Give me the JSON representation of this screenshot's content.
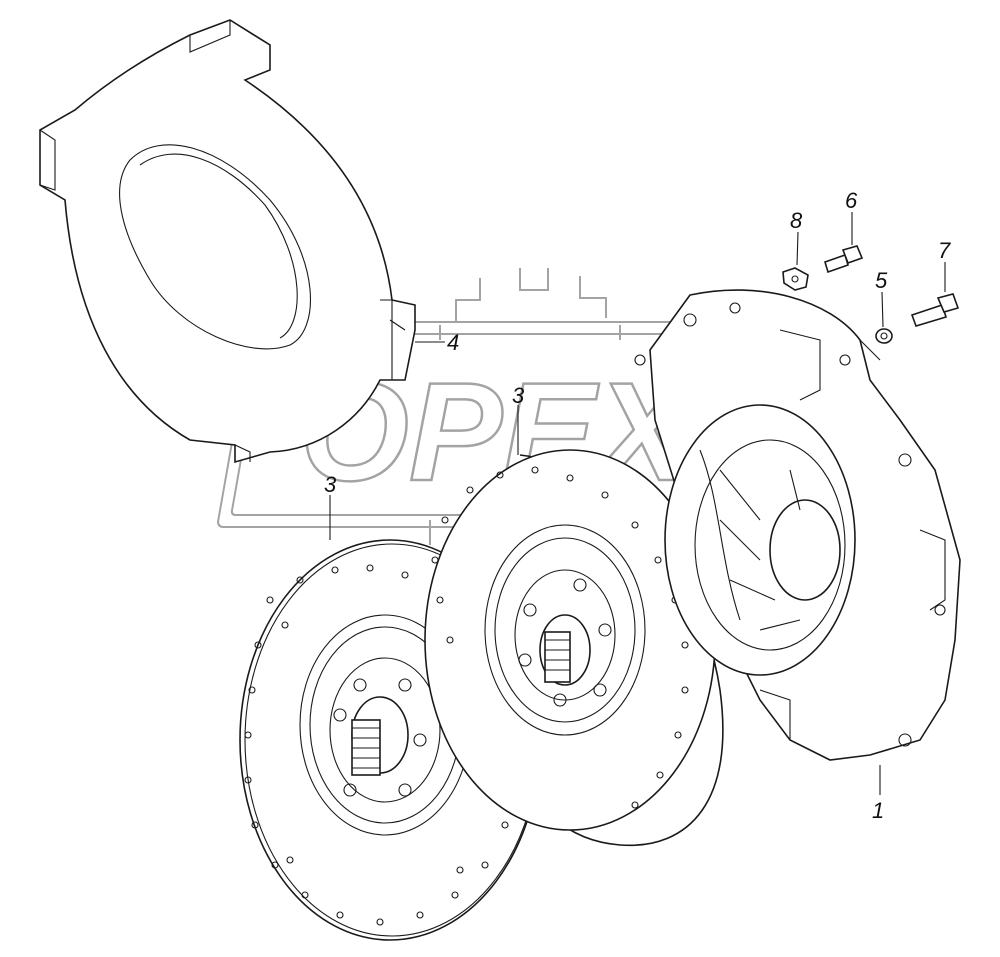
{
  "callouts": {
    "c1": "1",
    "c3a": "3",
    "c3b": "3",
    "c4": "4",
    "c5": "5",
    "c6": "6",
    "c7": "7",
    "c8": "8"
  },
  "watermark": {
    "logo_text": "OPEX"
  },
  "colors": {
    "line": "#1a1a1a",
    "background": "#ffffff",
    "watermark": "#9a9a9a"
  }
}
